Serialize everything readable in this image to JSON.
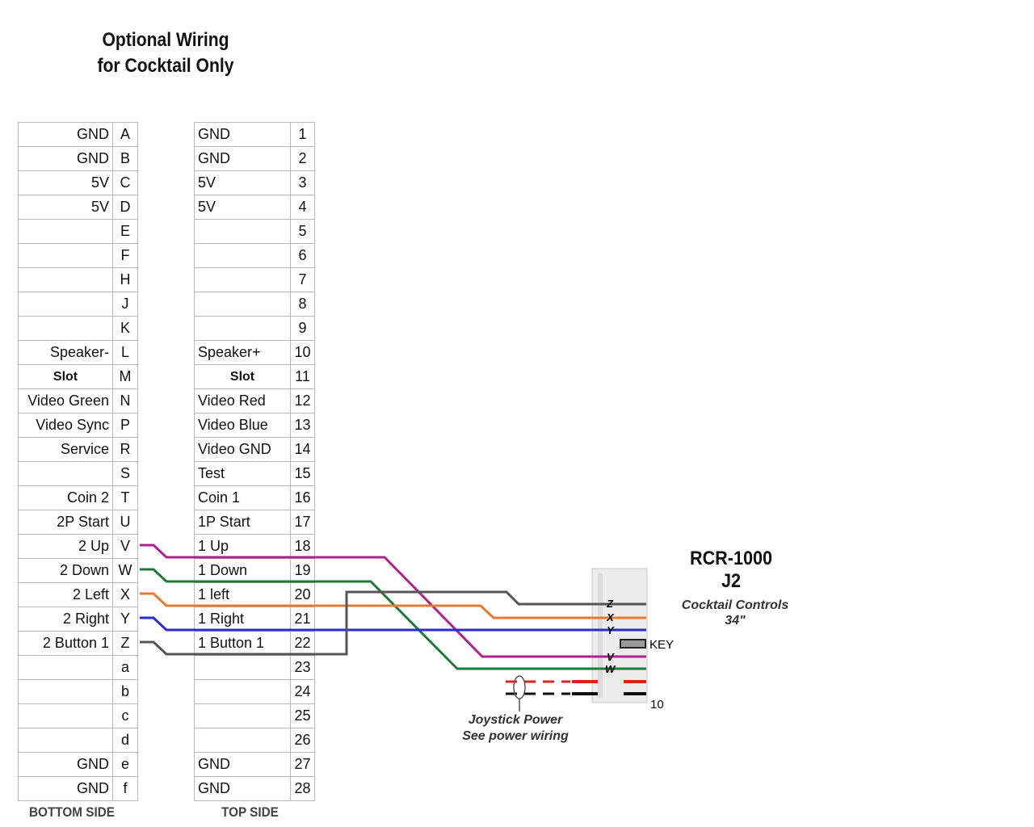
{
  "title": {
    "line1": "Optional Wiring",
    "line2": "for Cocktail Only"
  },
  "bottom_side": {
    "caption": "BOTTOM SIDE",
    "rows": [
      {
        "label": "GND",
        "pin": "A"
      },
      {
        "label": "GND",
        "pin": "B"
      },
      {
        "label": "5V",
        "pin": "C"
      },
      {
        "label": "5V",
        "pin": "D"
      },
      {
        "label": "",
        "pin": "E"
      },
      {
        "label": "",
        "pin": "F"
      },
      {
        "label": "",
        "pin": "H"
      },
      {
        "label": "",
        "pin": "J"
      },
      {
        "label": "",
        "pin": "K"
      },
      {
        "label": "Speaker-",
        "pin": "L"
      },
      {
        "label": "Slot",
        "pin": "M",
        "bold": true
      },
      {
        "label": "Video Green",
        "pin": "N"
      },
      {
        "label": "Video Sync",
        "pin": "P"
      },
      {
        "label": "Service",
        "pin": "R"
      },
      {
        "label": "",
        "pin": "S"
      },
      {
        "label": "Coin 2",
        "pin": "T"
      },
      {
        "label": "2P Start",
        "pin": "U"
      },
      {
        "label": "2 Up",
        "pin": "V"
      },
      {
        "label": "2 Down",
        "pin": "W"
      },
      {
        "label": "2 Left",
        "pin": "X"
      },
      {
        "label": "2 Right",
        "pin": "Y"
      },
      {
        "label": "2 Button 1",
        "pin": "Z"
      },
      {
        "label": "",
        "pin": "a"
      },
      {
        "label": "",
        "pin": "b"
      },
      {
        "label": "",
        "pin": "c"
      },
      {
        "label": "",
        "pin": "d"
      },
      {
        "label": "GND",
        "pin": "e"
      },
      {
        "label": "GND",
        "pin": "f"
      }
    ]
  },
  "top_side": {
    "caption": "TOP SIDE",
    "rows": [
      {
        "label": "GND",
        "pin": "1"
      },
      {
        "label": "GND",
        "pin": "2"
      },
      {
        "label": "5V",
        "pin": "3"
      },
      {
        "label": "5V",
        "pin": "4"
      },
      {
        "label": "",
        "pin": "5"
      },
      {
        "label": "",
        "pin": "6"
      },
      {
        "label": "",
        "pin": "7"
      },
      {
        "label": "",
        "pin": "8"
      },
      {
        "label": "",
        "pin": "9"
      },
      {
        "label": "Speaker+",
        "pin": "10"
      },
      {
        "label": "Slot",
        "pin": "11",
        "bold": true
      },
      {
        "label": "Video Red",
        "pin": "12"
      },
      {
        "label": "Video Blue",
        "pin": "13"
      },
      {
        "label": "Video GND",
        "pin": "14"
      },
      {
        "label": "Test",
        "pin": "15"
      },
      {
        "label": "Coin 1",
        "pin": "16"
      },
      {
        "label": "1P Start",
        "pin": "17"
      },
      {
        "label": "1 Up",
        "pin": "18"
      },
      {
        "label": "1 Down",
        "pin": "19"
      },
      {
        "label": "1 left",
        "pin": "20"
      },
      {
        "label": "1 Right",
        "pin": "21"
      },
      {
        "label": "1 Button 1",
        "pin": "22"
      },
      {
        "label": "",
        "pin": "23"
      },
      {
        "label": "",
        "pin": "24"
      },
      {
        "label": "",
        "pin": "25"
      },
      {
        "label": "",
        "pin": "26"
      },
      {
        "label": "GND",
        "pin": "27"
      },
      {
        "label": "GND",
        "pin": "28"
      }
    ]
  },
  "connector": {
    "name": "RCR-1000",
    "sub": "J2",
    "desc_line1": "Cocktail Controls",
    "desc_line2": "34\"",
    "pin_letters": [
      "Z",
      "X",
      "Y",
      "V",
      "W"
    ],
    "key_label": "KEY",
    "pin_number": "10"
  },
  "joystick_note": {
    "line1": "Joystick Power",
    "line2": "See power wiring"
  },
  "wire_colors": {
    "V": "#b0208f",
    "W": "#1f7a3a",
    "X": "#e87a30",
    "Y": "#2a2ad0",
    "Z": "#555555",
    "power_pos": "#e02020",
    "power_neg": "#111111"
  }
}
